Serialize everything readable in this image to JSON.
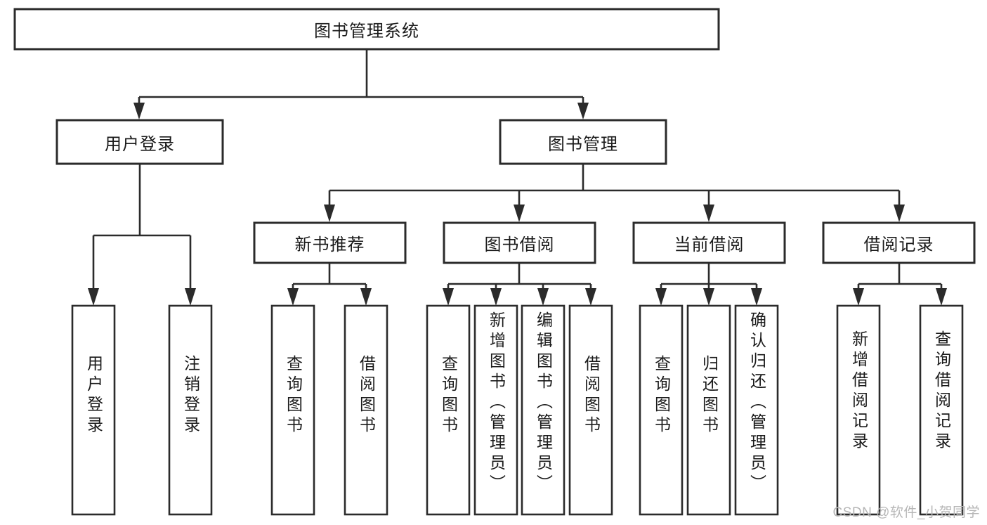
{
  "diagram": {
    "type": "tree-hierarchy",
    "title": "图书管理系统",
    "orientation": "top-down",
    "colors": {
      "box_stroke": "#2b2b2b",
      "box_fill": "#ffffff",
      "text": "#1a1a1a",
      "connector": "#2b2b2b",
      "watermark": "#b6b6b6",
      "background": "#ffffff"
    },
    "levels": {
      "root": {
        "label": "图书管理系统"
      },
      "level2": [
        {
          "label": "用户登录"
        },
        {
          "label": "图书管理"
        }
      ],
      "level3": [
        {
          "label": "新书推荐"
        },
        {
          "label": "图书借阅"
        },
        {
          "label": "当前借阅"
        },
        {
          "label": "借阅记录"
        }
      ],
      "leaves": {
        "user_login": [
          {
            "label": "用户登录"
          },
          {
            "label": "注销登录"
          }
        ],
        "new_book_recommend": [
          {
            "label": "查询图书"
          },
          {
            "label": "借阅图书"
          }
        ],
        "book_borrow": [
          {
            "label": "查询图书"
          },
          {
            "label": "新增图书（管理员）"
          },
          {
            "label": "编辑图书（管理员）"
          },
          {
            "label": "借阅图书"
          }
        ],
        "current_borrow": [
          {
            "label": "查询图书"
          },
          {
            "label": "归还图书"
          },
          {
            "label": "确认归还（管理员）"
          }
        ],
        "borrow_record": [
          {
            "label": "新增借阅记录"
          },
          {
            "label": "查询借阅记录"
          }
        ]
      }
    }
  },
  "watermark": {
    "text": "CSDN @软件_小贺同学"
  }
}
